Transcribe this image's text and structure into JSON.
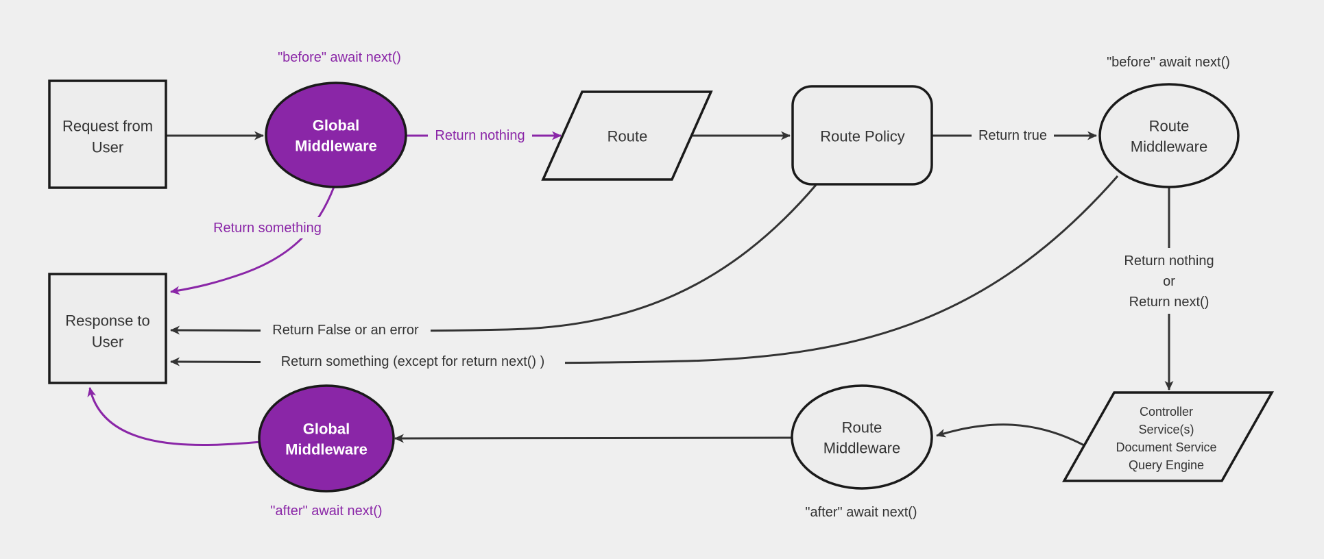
{
  "colors": {
    "background": "#efefef",
    "node_fill": "#ededed",
    "node_stroke": "#1a1a1a",
    "edge": "#333333",
    "purple": "#8a26a7",
    "text": "#333333",
    "node_text_on_purple": "#ffffff"
  },
  "nodes": {
    "request_from_user": {
      "line1": "Request from",
      "line2": "User"
    },
    "global_middleware_top": {
      "line1": "Global",
      "line2": "Middleware"
    },
    "route": {
      "label": "Route"
    },
    "route_policy": {
      "label": "Route Policy"
    },
    "route_middleware_top": {
      "line1": "Route",
      "line2": "Middleware"
    },
    "controller_stack": {
      "line1": "Controller",
      "line2": "Service(s)",
      "line3": "Document Service",
      "line4": "Query Engine"
    },
    "route_middleware_bottom": {
      "line1": "Route",
      "line2": "Middleware"
    },
    "global_middleware_bottom": {
      "line1": "Global",
      "line2": "Middleware"
    },
    "response_to_user": {
      "line1": "Response to",
      "line2": "User"
    }
  },
  "edge_labels": {
    "before_await_next_global": "\"before\" await next()",
    "return_nothing": "Return nothing",
    "return_something": "Return something",
    "return_true": "Return true",
    "before_await_next_route": "\"before\" await next()",
    "return_nothing_or_line1": "Return nothing",
    "return_nothing_or_line2": "or",
    "return_nothing_or_line3": "Return next()",
    "return_false_or_error": "Return False or an error",
    "return_something_except": "Return something (except for return next() )",
    "after_await_next_route": "\"after\" await next()",
    "after_await_next_global": "\"after\" await next()"
  }
}
